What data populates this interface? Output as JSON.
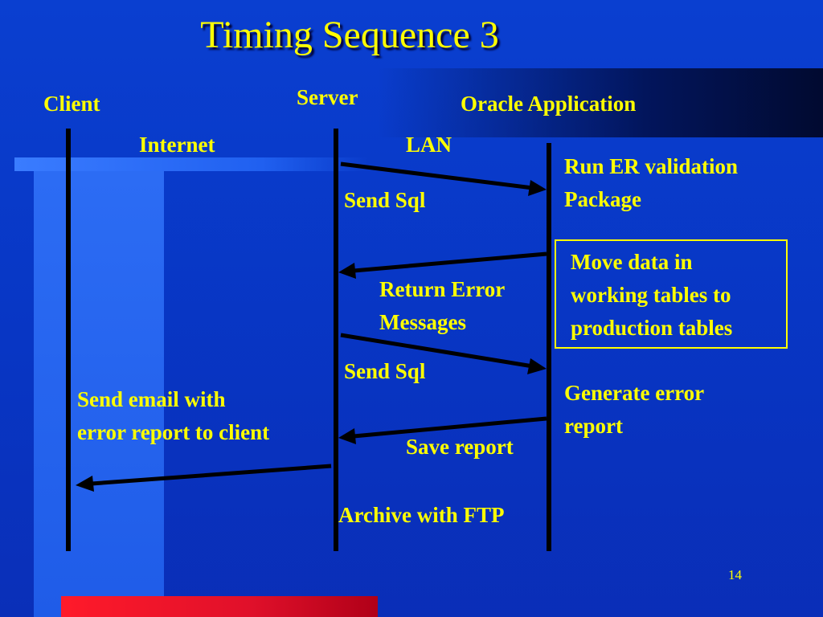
{
  "slide": {
    "title": "Timing Sequence 3",
    "page_number": "14"
  },
  "lanes": {
    "client": "Client",
    "server": "Server",
    "oracle": "Oracle Application"
  },
  "links": {
    "internet": "Internet",
    "lan": "LAN"
  },
  "messages": {
    "send_sql_1": "Send Sql",
    "return_errors": [
      "Return Error",
      "Messages"
    ],
    "send_sql_2": "Send Sql",
    "save_report": "Save report",
    "send_email": [
      "Send email with",
      "error report to client"
    ],
    "archive": "Archive with FTP"
  },
  "notes": {
    "run_er": [
      "Run ER validation",
      "Package"
    ],
    "move_data": [
      "Move data in",
      "working tables to",
      "production tables"
    ],
    "generate_error": [
      "Generate error",
      "report"
    ]
  },
  "colors": {
    "background": "#0a3fd0",
    "text": "#ffff00",
    "lines": "#000000",
    "accent_bar": "#ff1a2a"
  }
}
